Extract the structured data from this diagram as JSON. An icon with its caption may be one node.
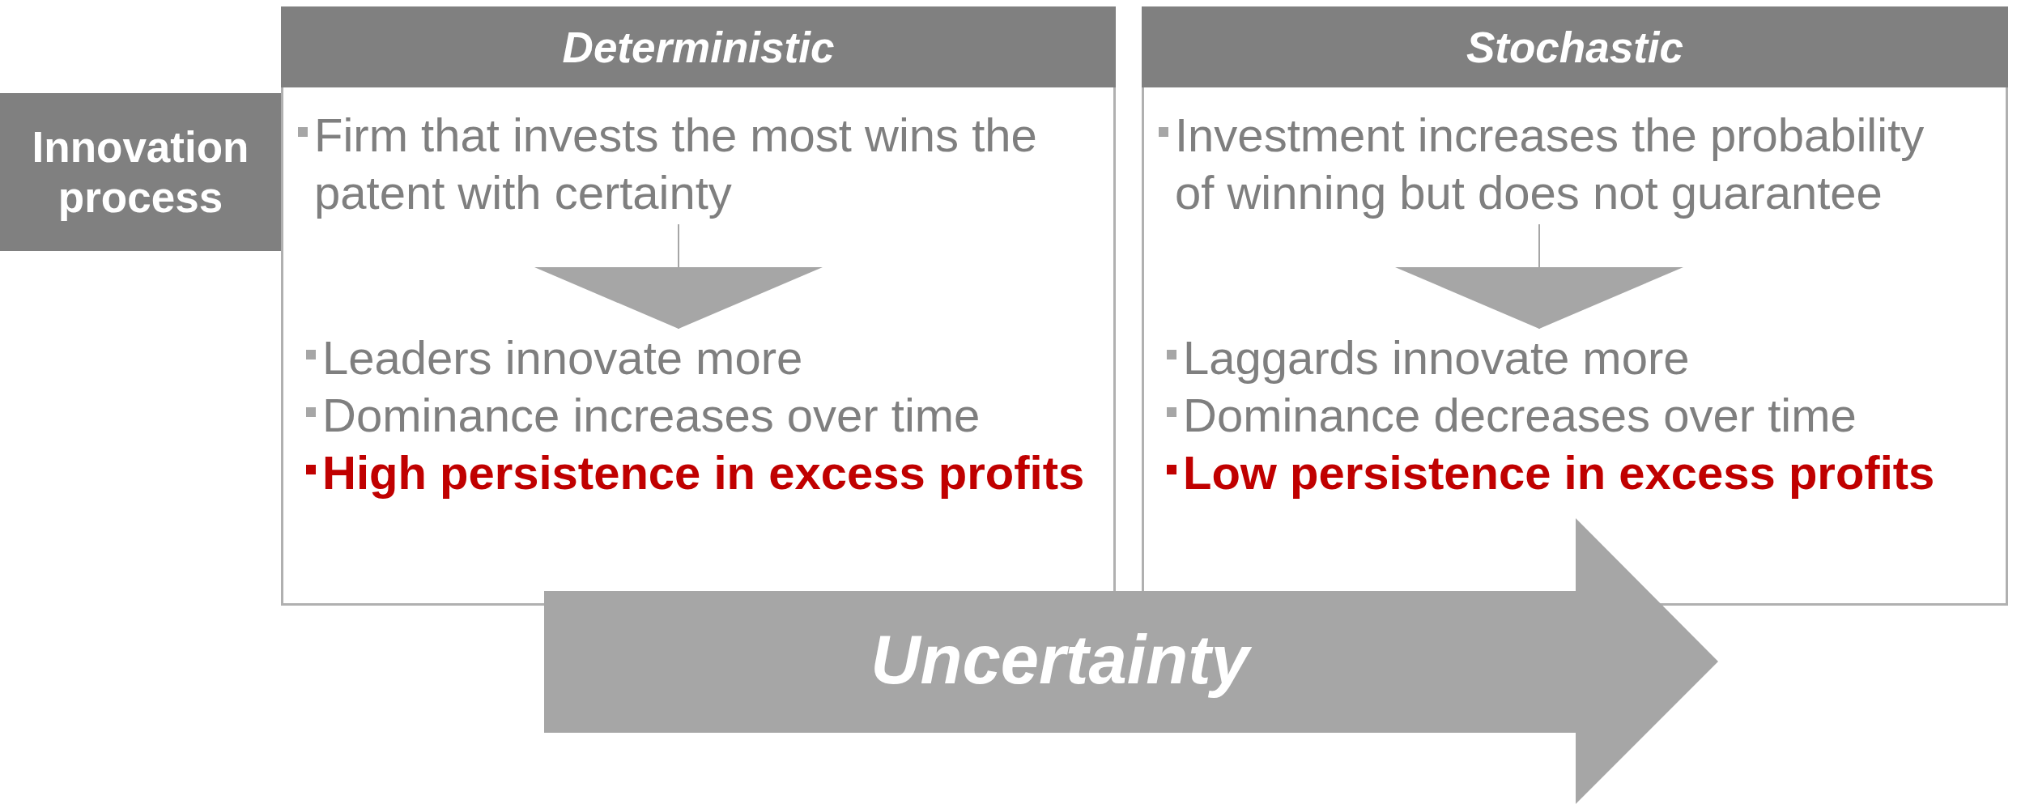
{
  "diagram": {
    "nodes": [
      {
        "text": [
          "Innovation process"
        ]
      },
      {
        "text": [
          "Deterministic"
        ]
      },
      {
        "text": [
          "Firm that invests the most wins the patent with certainty"
        ],
        "in": 1
      },
      {
        "text": [
          "Leaders innovate more",
          "Dominance increases over time",
          "High persistence in excess profits"
        ],
        "in": 1
      },
      {
        "text": [
          "Stochastic"
        ]
      },
      {
        "text": [
          "Investment increases the probability of winning but does not guarantee"
        ],
        "in": 4
      },
      {
        "text": [
          "Laggards innovate more",
          "Dominance decreases over time",
          "Low persistence in excess profits"
        ],
        "in": 4
      },
      {
        "text": [
          "Uncertainty"
        ]
      }
    ],
    "edges": [
      {
        "from": 2,
        "to": 3,
        "arrow": "to"
      },
      {
        "from": 5,
        "to": 6,
        "arrow": "to"
      }
    ]
  }
}
